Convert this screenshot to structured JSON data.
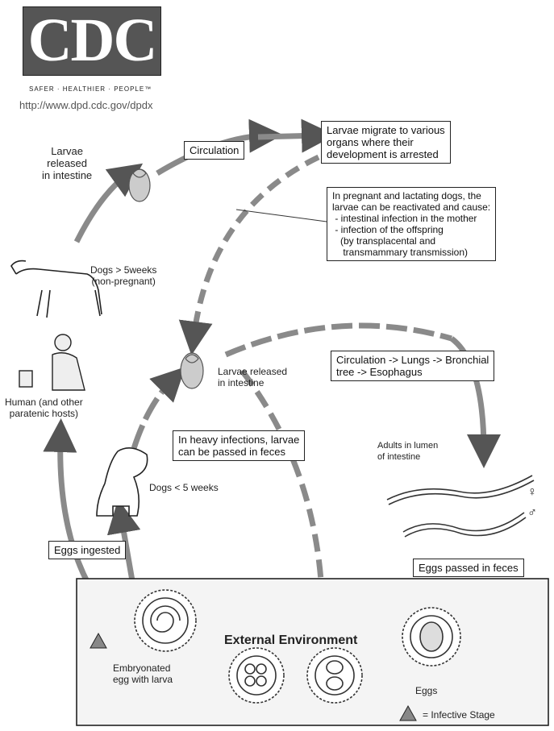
{
  "logo": {
    "text": "CDC",
    "tagline": "SAFER · HEALTHIER · PEOPLE™"
  },
  "url": "http://www.dpd.cdc.gov/dpdx",
  "labels": {
    "larvae_released_top": "Larvae\nreleased\nin intestine",
    "circulation": "Circulation",
    "larvae_migrate": "Larvae migrate to various\norgans where their\ndevelopment is arrested",
    "pregnant_note": "In pregnant and lactating dogs, the\nlarvae can be reactivated and cause:\n - intestinal infection in the mother\n - infection of the offspring\n   (by transplacental and\n    transmammary transmission)",
    "dogs_old": "Dogs > 5weeks\n(non-pregnant)",
    "human": "Human (and other\nparatenic hosts)",
    "larvae_released_mid": "Larvae released\nin intestine",
    "circulation_path": "Circulation -> Lungs -> Bronchial\ntree -> Esophagus",
    "heavy_infections": "In heavy infections, larvae\ncan be passed in feces",
    "adults": "Adults in lumen\nof intestine",
    "female_symbol": "♀",
    "male_symbol": "♂",
    "dogs_young": "Dogs < 5 weeks",
    "eggs_ingested": "Eggs ingested",
    "eggs_passed": "Eggs passed in feces",
    "external_environment": "External Environment",
    "embryonated": "Embryonated\negg with larva",
    "eggs": "Eggs",
    "infective_stage": "= Infective Stage"
  },
  "colors": {
    "arrow": "#8a8a8a",
    "stroke": "#222222",
    "env_bg": "#f4f4f4"
  }
}
